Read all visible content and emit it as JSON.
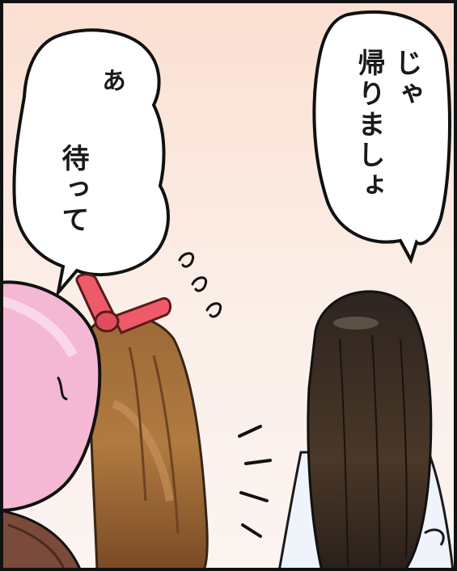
{
  "bubble_right": {
    "line1": "じゃ",
    "line2": "帰りましょ"
  },
  "bubble_left": {
    "line1": "あ",
    "line2": "待って"
  },
  "colors": {
    "background_top": "#fbe1d6",
    "background_bottom": "#fbf5f2",
    "ribbon": "#ee5a6a",
    "pink_hair": "#f4b8d4",
    "brown_hair": "#a8743d",
    "dark_hair": "#3a2a22",
    "border": "#111111"
  }
}
